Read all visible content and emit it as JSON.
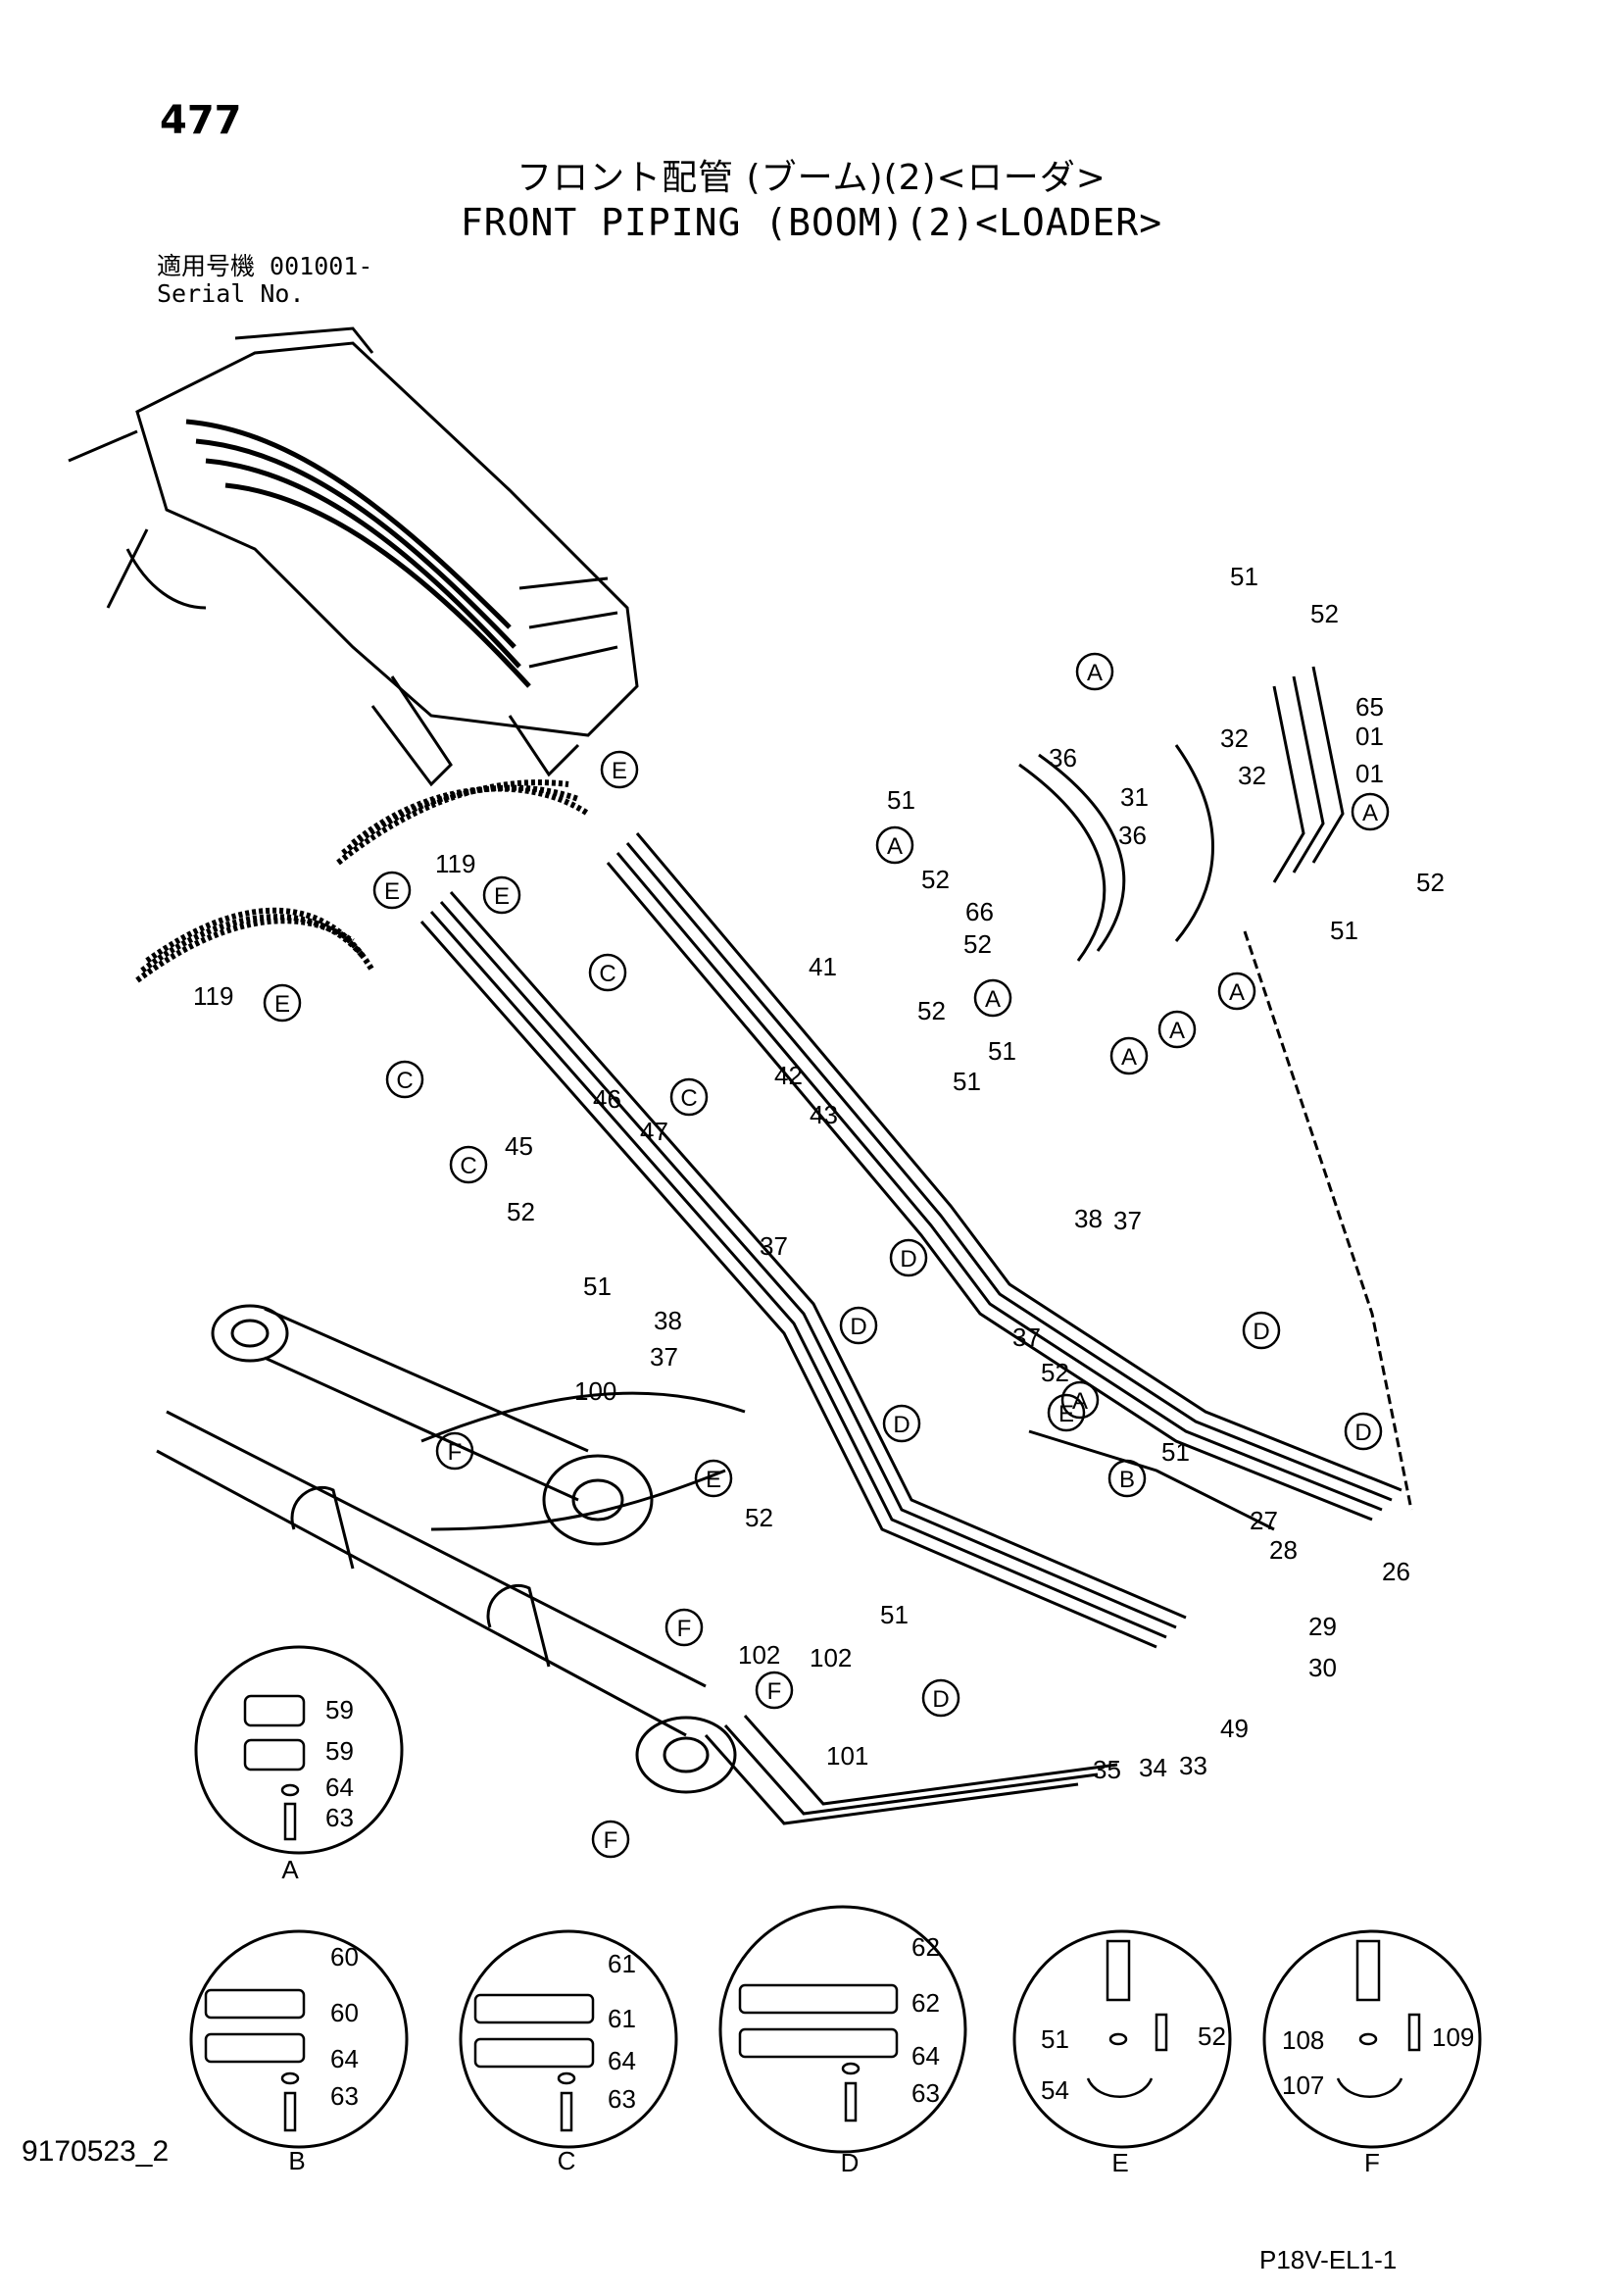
{
  "header": {
    "page_number": "477",
    "title_jp": "フロント配管 (ブーム)(2)<ローダ>",
    "title_en": "FRONT PIPING (BOOM)(2)<LOADER>",
    "serial_jp": "適用号機  001001-",
    "serial_en": "Serial No."
  },
  "footer": {
    "doc_code": "9170523_2",
    "sheet_code": "P18V-EL1-1"
  },
  "parts": {
    "p01": "01",
    "p26": "26",
    "p27": "27",
    "p28": "28",
    "p29": "29",
    "p30": "30",
    "p31": "31",
    "p32": "32",
    "p33": "33",
    "p34": "34",
    "p35": "35",
    "p36": "36",
    "p37": "37",
    "p38": "38",
    "p41": "41",
    "p42": "42",
    "p43": "43",
    "p45": "45",
    "p46": "46",
    "p47": "47",
    "p49": "49",
    "p51": "51",
    "p52": "52",
    "p54": "54",
    "p59": "59",
    "p60": "60",
    "p61": "61",
    "p62": "62",
    "p63": "63",
    "p64": "64",
    "p65": "65",
    "p66": "66",
    "p100": "100",
    "p101": "101",
    "p102": "102",
    "p107": "107",
    "p108": "108",
    "p109": "109",
    "p119": "119"
  },
  "refs": {
    "A": "A",
    "B": "B",
    "C": "C",
    "D": "D",
    "E": "E",
    "F": "F"
  }
}
